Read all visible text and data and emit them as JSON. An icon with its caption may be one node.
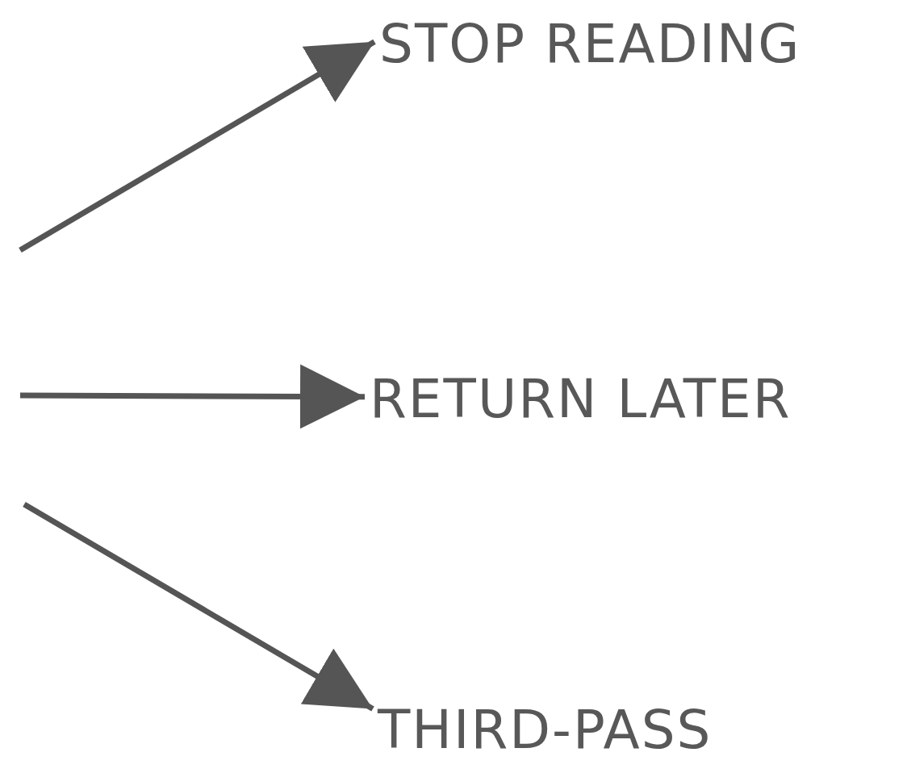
{
  "diagram": {
    "nodes": [
      {
        "text": [
          "STOP READING"
        ]
      },
      {
        "text": [
          "RETURN LATER"
        ]
      },
      {
        "text": [
          "THIRD-PASS"
        ]
      }
    ],
    "edges": [
      {
        "from": null,
        "to": 0,
        "arrow": "to"
      },
      {
        "from": null,
        "to": 1,
        "arrow": "to"
      },
      {
        "from": null,
        "to": 2,
        "arrow": "to"
      }
    ]
  }
}
